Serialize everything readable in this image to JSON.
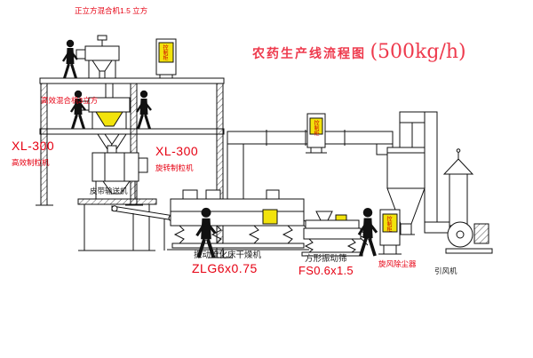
{
  "title": {
    "name": "农药生产线流程图",
    "capacity": "(500kg/h)"
  },
  "labels": {
    "mixer_top": "正立方混合机1.5 立方",
    "mixer_2f": "高效混合机3立方",
    "belt_conveyor": "皮带输送机",
    "cabinet": "控制柜"
  },
  "equipment": {
    "granulator_left": {
      "model": "XL-300",
      "name": "高效制粒机"
    },
    "granulator_right": {
      "model": "XL-300",
      "name": "旋转制粒机"
    },
    "dryer": {
      "name": "振动流化床干燥机",
      "model": "ZLG6x0.75"
    },
    "sieve": {
      "name": "方形振动筛",
      "model": "FS0.6x1.5"
    },
    "cyclone": {
      "name": "旋风除尘器"
    },
    "fan": {
      "name": "引风机"
    }
  },
  "colors": {
    "label_red": "#e60012",
    "title_red": "#ee3a4d",
    "machine_yellow": "#f2e30c",
    "line": "#111111"
  }
}
